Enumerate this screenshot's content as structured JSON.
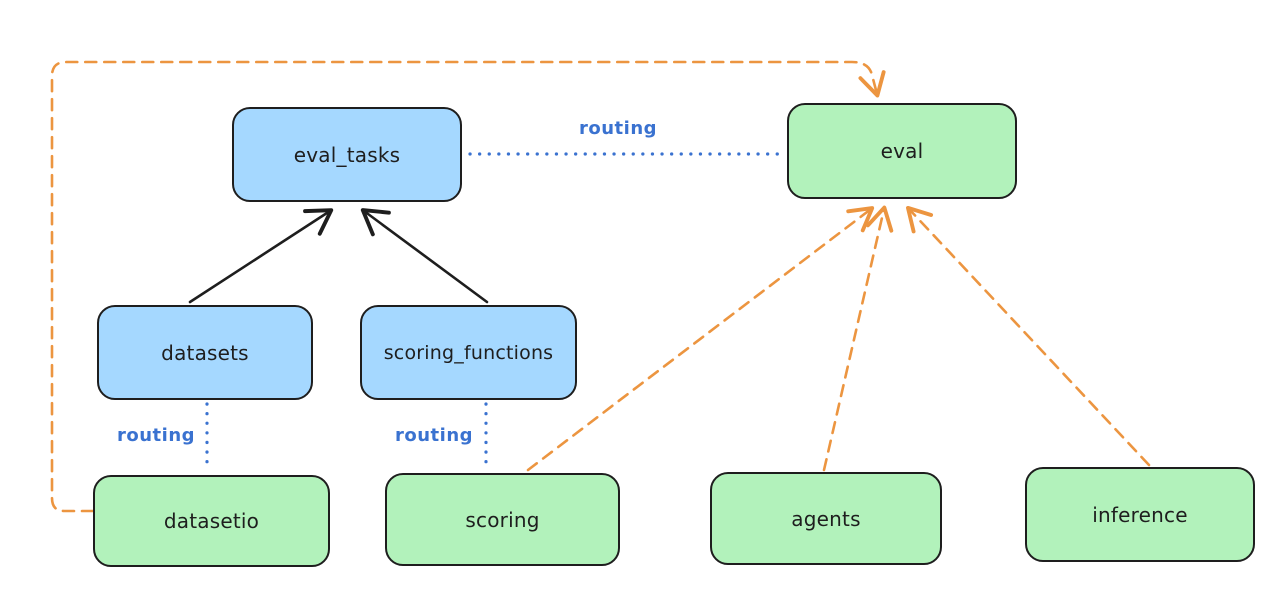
{
  "diagram": {
    "colors": {
      "background": "#ffffff",
      "stroke": "#1e1e1e",
      "blue_fill": "#a5d8ff",
      "green_fill": "#b2f2bb",
      "routing_blue": "#3a72d0",
      "orange": "#ec9540"
    },
    "nodes": [
      {
        "id": "eval_tasks",
        "label": "eval_tasks",
        "kind": "blue"
      },
      {
        "id": "eval",
        "label": "eval",
        "kind": "green"
      },
      {
        "id": "datasets",
        "label": "datasets",
        "kind": "blue"
      },
      {
        "id": "scoring_functions",
        "label": "scoring_functions",
        "kind": "blue"
      },
      {
        "id": "datasetio",
        "label": "datasetio",
        "kind": "green"
      },
      {
        "id": "scoring",
        "label": "scoring",
        "kind": "green"
      },
      {
        "id": "agents",
        "label": "agents",
        "kind": "green"
      },
      {
        "id": "inference",
        "label": "inference",
        "kind": "green"
      }
    ],
    "edges": [
      {
        "from": "datasets",
        "to": "eval_tasks",
        "style": "solid-black-arrow",
        "label": ""
      },
      {
        "from": "scoring_functions",
        "to": "eval_tasks",
        "style": "solid-black-arrow",
        "label": ""
      },
      {
        "from": "eval_tasks",
        "to": "eval",
        "style": "dotted-blue",
        "label": "routing"
      },
      {
        "from": "datasets",
        "to": "datasetio",
        "style": "dotted-blue",
        "label": "routing"
      },
      {
        "from": "scoring_functions",
        "to": "scoring",
        "style": "dotted-blue",
        "label": "routing"
      },
      {
        "from": "datasetio",
        "to": "eval",
        "style": "dashed-orange-arrow",
        "label": ""
      },
      {
        "from": "scoring",
        "to": "eval",
        "style": "dashed-orange-arrow",
        "label": ""
      },
      {
        "from": "agents",
        "to": "eval",
        "style": "dashed-orange-arrow",
        "label": ""
      },
      {
        "from": "inference",
        "to": "eval",
        "style": "dashed-orange-arrow",
        "label": ""
      }
    ]
  }
}
